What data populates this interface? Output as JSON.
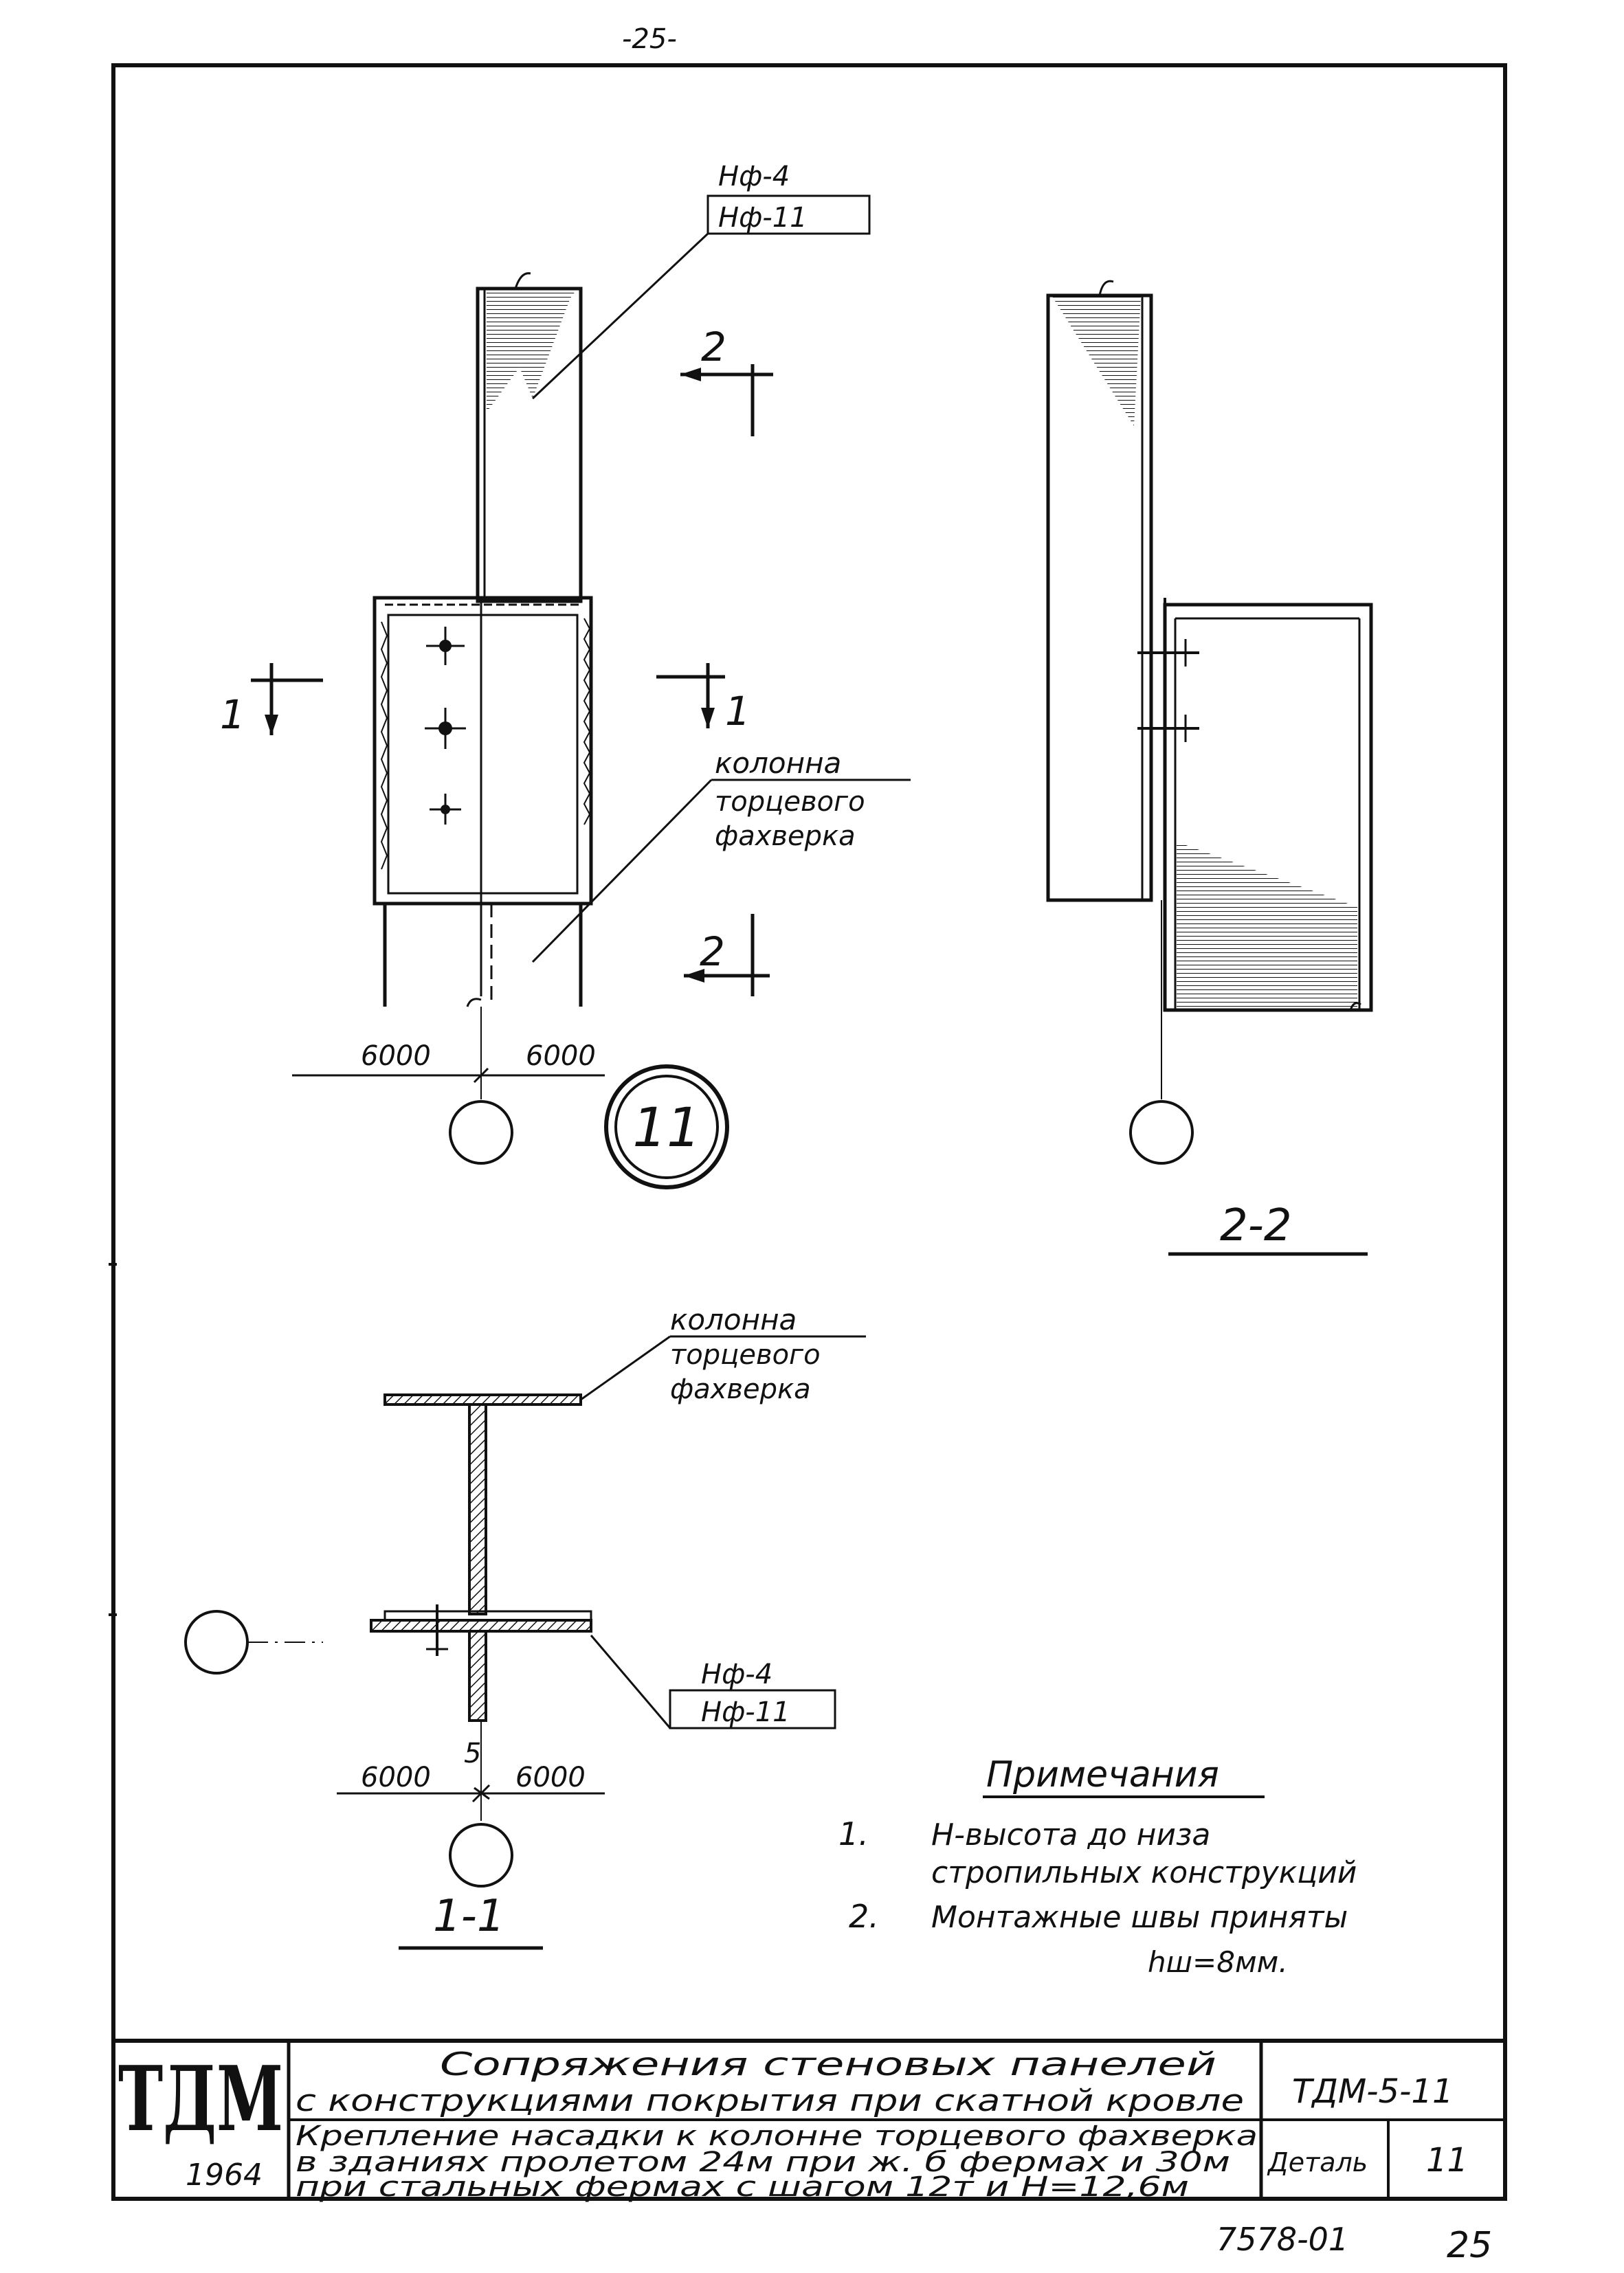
{
  "page_number_top": "-25-",
  "upper_left": {
    "leader_label_top": "Нф-4",
    "leader_label_bottom": "Нф-11",
    "section_mark_2_top": "2",
    "section_mark_2_bottom": "2",
    "section_mark_1_left": "1",
    "section_mark_1_right": "1",
    "column_label_1": "колонна",
    "column_label_2": "торцевого",
    "column_label_3": "фахверка",
    "dim_left": "6000",
    "dim_right": "6000",
    "detail_number": "11"
  },
  "upper_right": {
    "section_title": "2-2"
  },
  "lower_left": {
    "column_label_1": "колонна",
    "column_label_2": "торцевого",
    "column_label_3": "фахверка",
    "leader_label_top": "Нф-4",
    "leader_label_bottom": "Нф-11",
    "dim_left": "6000",
    "dim_mid": "5",
    "dim_right": "6000",
    "section_title": "1-1"
  },
  "notes": {
    "title": "Примечания",
    "n1_num": "1.",
    "n1_line1": "Н-высота до низа",
    "n1_line2": "стропильных конструкций",
    "n2_num": "2.",
    "n2_line1": "Монтажные швы приняты",
    "n2_line2": "hш=8мм."
  },
  "title_block": {
    "logo": "ТДМ",
    "year": "1964",
    "title_line1": "Сопряжения стеновых панелей",
    "title_line2": "с конструкциями покрытия при скатной кровле",
    "sub_line1": "Крепление насадки к колонне торцевого фахверка",
    "sub_line2": "в зданиях пролетом 24м при ж. б фермах и 30м",
    "sub_line3": "при стальных фермах с шагом 12т и Н=12,6м",
    "series": "ТДМ-5-11",
    "detail_label": "Деталь",
    "detail_no": "11"
  },
  "footer": {
    "code": "7578-01",
    "page": "25"
  }
}
